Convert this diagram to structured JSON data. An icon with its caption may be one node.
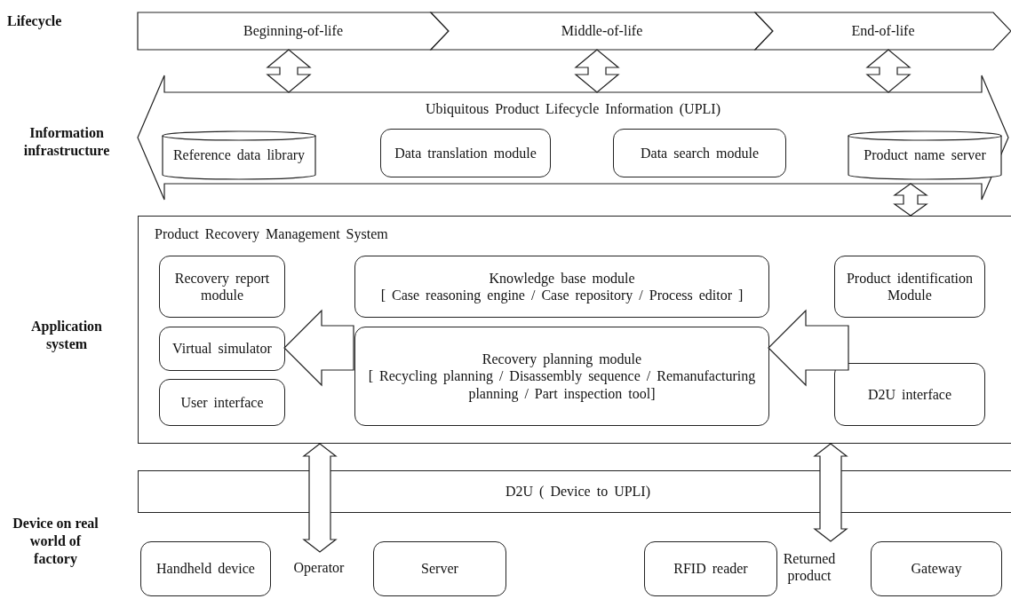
{
  "diagram": {
    "nodes": [
      {
        "text": [
          "Beginning-of-life"
        ]
      },
      {
        "text": [
          "Middle-of-life"
        ]
      },
      {
        "text": [
          "End-of-life"
        ]
      },
      {
        "text": [
          "Ubiquitous Product Lifecycle Information (UPLI)"
        ]
      },
      {
        "text": [
          "Reference data library"
        ],
        "in": 3
      },
      {
        "text": [
          "Data translation module"
        ],
        "in": 3
      },
      {
        "text": [
          "Data search module"
        ],
        "in": 3
      },
      {
        "text": [
          "Product name server"
        ],
        "in": 3
      },
      {
        "text": [
          "Product Recovery Management System"
        ]
      },
      {
        "text": [
          "Recovery report module"
        ],
        "in": 8
      },
      {
        "text": [
          "Knowledge base module",
          "[ Case reasoning engine / Case repository / Process editor ]"
        ],
        "in": 8
      },
      {
        "text": [
          "Product identification Module"
        ],
        "in": 8
      },
      {
        "text": [
          "Virtual simulator"
        ],
        "in": 8
      },
      {
        "text": [
          "Recovery planning module",
          "[ Recycling planning / Disassembly sequence / Remanufacturing planning / Part inspection tool]"
        ],
        "in": 8
      },
      {
        "text": [
          "User interface"
        ],
        "in": 8
      },
      {
        "text": [
          "D2U interface"
        ],
        "in": 8
      },
      {
        "text": [
          "D2U ( Device to UPLI)"
        ]
      },
      {
        "text": [
          "Handheld device"
        ]
      },
      {
        "text": [
          "Operator"
        ]
      },
      {
        "text": [
          "Server"
        ]
      },
      {
        "text": [
          "RFID reader"
        ]
      },
      {
        "text": [
          "Returned product"
        ]
      },
      {
        "text": [
          "Gateway"
        ]
      }
    ],
    "edges": [
      {
        "from": 0,
        "to": 3,
        "arrow": "both"
      },
      {
        "from": 1,
        "to": 3,
        "arrow": "both"
      },
      {
        "from": 2,
        "to": 3,
        "arrow": "both"
      },
      {
        "from": 3,
        "to": 8,
        "arrow": "both"
      },
      {
        "from": 13,
        "to": 12,
        "arrow": "to"
      },
      {
        "from": null,
        "to": 13,
        "arrow": "to"
      },
      {
        "from": 8,
        "to": 18,
        "arrow": "both"
      },
      {
        "from": 8,
        "to": 21,
        "arrow": "both"
      }
    ],
    "labels": [
      "Lifecycle",
      "Information infrastructure",
      "Application system",
      "Device on real world of factory"
    ]
  }
}
